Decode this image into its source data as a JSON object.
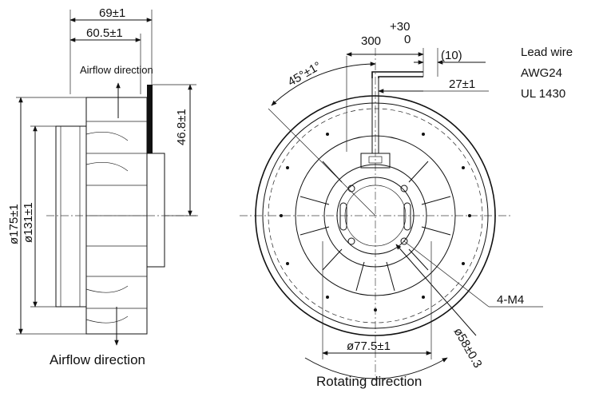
{
  "side_view": {
    "dim_overall_depth": "69±1",
    "dim_inlet_depth": "60.5±1",
    "dim_hub_height": "46.8±1",
    "dim_outer_diameter": "ø175±1",
    "dim_inlet_diameter": "ø131±1",
    "airflow_label_top": "Airflow direction",
    "airflow_label_bottom": "Airflow direction"
  },
  "front_view": {
    "dim_angle": "45°±1°",
    "dim_lead_length": "300",
    "dim_lead_tol_plus": "+30",
    "dim_lead_tol_minus": "0",
    "dim_strip": "(10)",
    "dim_lead_exit": "27±1",
    "dim_mount_pcd": "ø77.5±1",
    "dim_hub_diameter": "ø58±0.3",
    "mount_screws": "4-M4",
    "rotating_label": "Rotating direction"
  },
  "lead_wire": {
    "title": "Lead wire",
    "gauge": "AWG24",
    "standard": "UL 1430"
  }
}
